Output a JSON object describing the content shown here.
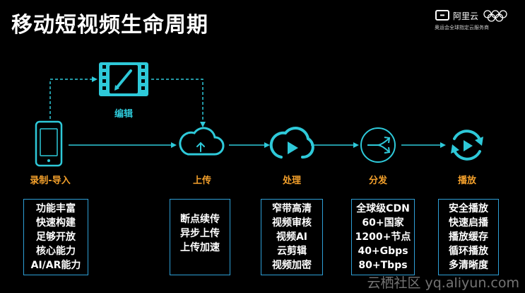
{
  "title": "移动短视频生命周期",
  "brand": {
    "name": "阿里云",
    "sub": "奥运会全球指定云服务商"
  },
  "stages": {
    "record": "录制-导入",
    "edit": "编辑",
    "upload": "上传",
    "process": "处理",
    "distribute": "分发",
    "play": "播放"
  },
  "boxes": [
    {
      "lines": [
        "功能丰富",
        "快速构建",
        "足够开放",
        "核心能力",
        "AI/AR能力"
      ]
    },
    {
      "lines": [
        "断点续传",
        "异步上传",
        "上传加速"
      ]
    },
    {
      "lines": [
        "窄带高清",
        "视频审核",
        "视频AI",
        "云剪辑",
        "视频加密"
      ]
    },
    {
      "lines": [
        "全球级CDN",
        "60+国家",
        "1200+节点",
        "40+Gbps",
        "80+Tbps"
      ]
    },
    {
      "lines": [
        "安全播放",
        "快速启播",
        "播放缓存",
        "循环播放",
        "多清晰度"
      ]
    }
  ],
  "watermark": "云栖社区 yq.aliyun.com",
  "colors": {
    "accent": "#2ec9d9",
    "orange": "#f3a02b",
    "box_border": "#2e9fd6"
  },
  "icons": [
    "phone-icon",
    "film-edit-icon",
    "cloud-upload-icon",
    "cloud-play-icon",
    "split-arrow-icon",
    "refresh-play-icon"
  ]
}
